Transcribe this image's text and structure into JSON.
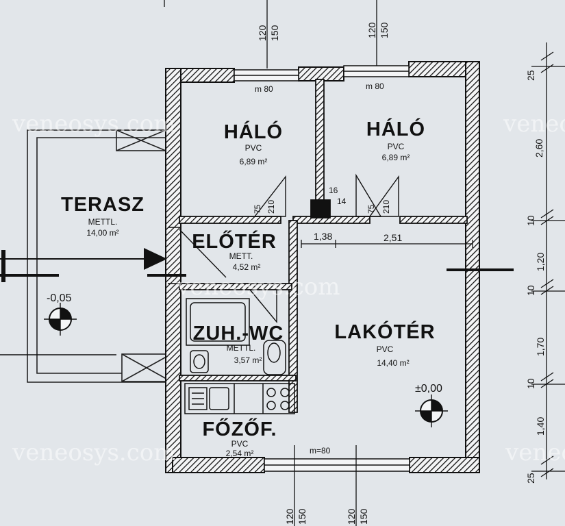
{
  "rooms": {
    "halo_left": {
      "name": "HÁLÓ",
      "floor": "PVC",
      "area": "6,89 m²"
    },
    "halo_right": {
      "name": "HÁLÓ",
      "floor": "PVC",
      "area": "6,89 m²"
    },
    "terasz": {
      "name": "TERASZ",
      "floor": "METTL.",
      "area": "14,00 m²"
    },
    "eloter": {
      "name": "ELŐTÉR",
      "floor": "METT.",
      "area": "4,52 m²"
    },
    "zuhwc": {
      "name": "ZUH.-WC",
      "floor": "METTL.",
      "area": "3,57 m²"
    },
    "lakoter": {
      "name": "LAKÓTÉR",
      "floor": "PVC",
      "area": "14,40 m²"
    },
    "fozof": {
      "name": "FŐZŐF.",
      "floor": "PVC",
      "area": "2,54 m²"
    }
  },
  "levels": {
    "terrace": "-0,05",
    "living": "±0,00"
  },
  "opening_dims": {
    "top_left": [
      "120",
      "150"
    ],
    "top_right": [
      "120",
      "150"
    ],
    "bottom_left": [
      "120",
      "150"
    ],
    "bottom_right": [
      "120",
      "150"
    ]
  },
  "sill": {
    "top_left": "m 80",
    "top_right": "m 80",
    "bottom": "m=80"
  },
  "door_dims": {
    "halo_left": [
      "75",
      "210"
    ],
    "halo_right": [
      "75",
      "210"
    ],
    "niche": [
      "16",
      "14"
    ],
    "hall_width": "1,38",
    "living_width": "2,51"
  },
  "right_dims": [
    "25",
    "2,60",
    "10",
    "1,20",
    "10",
    "1,70",
    "10",
    "1,40",
    "25"
  ],
  "watermark": "veneosys.com"
}
